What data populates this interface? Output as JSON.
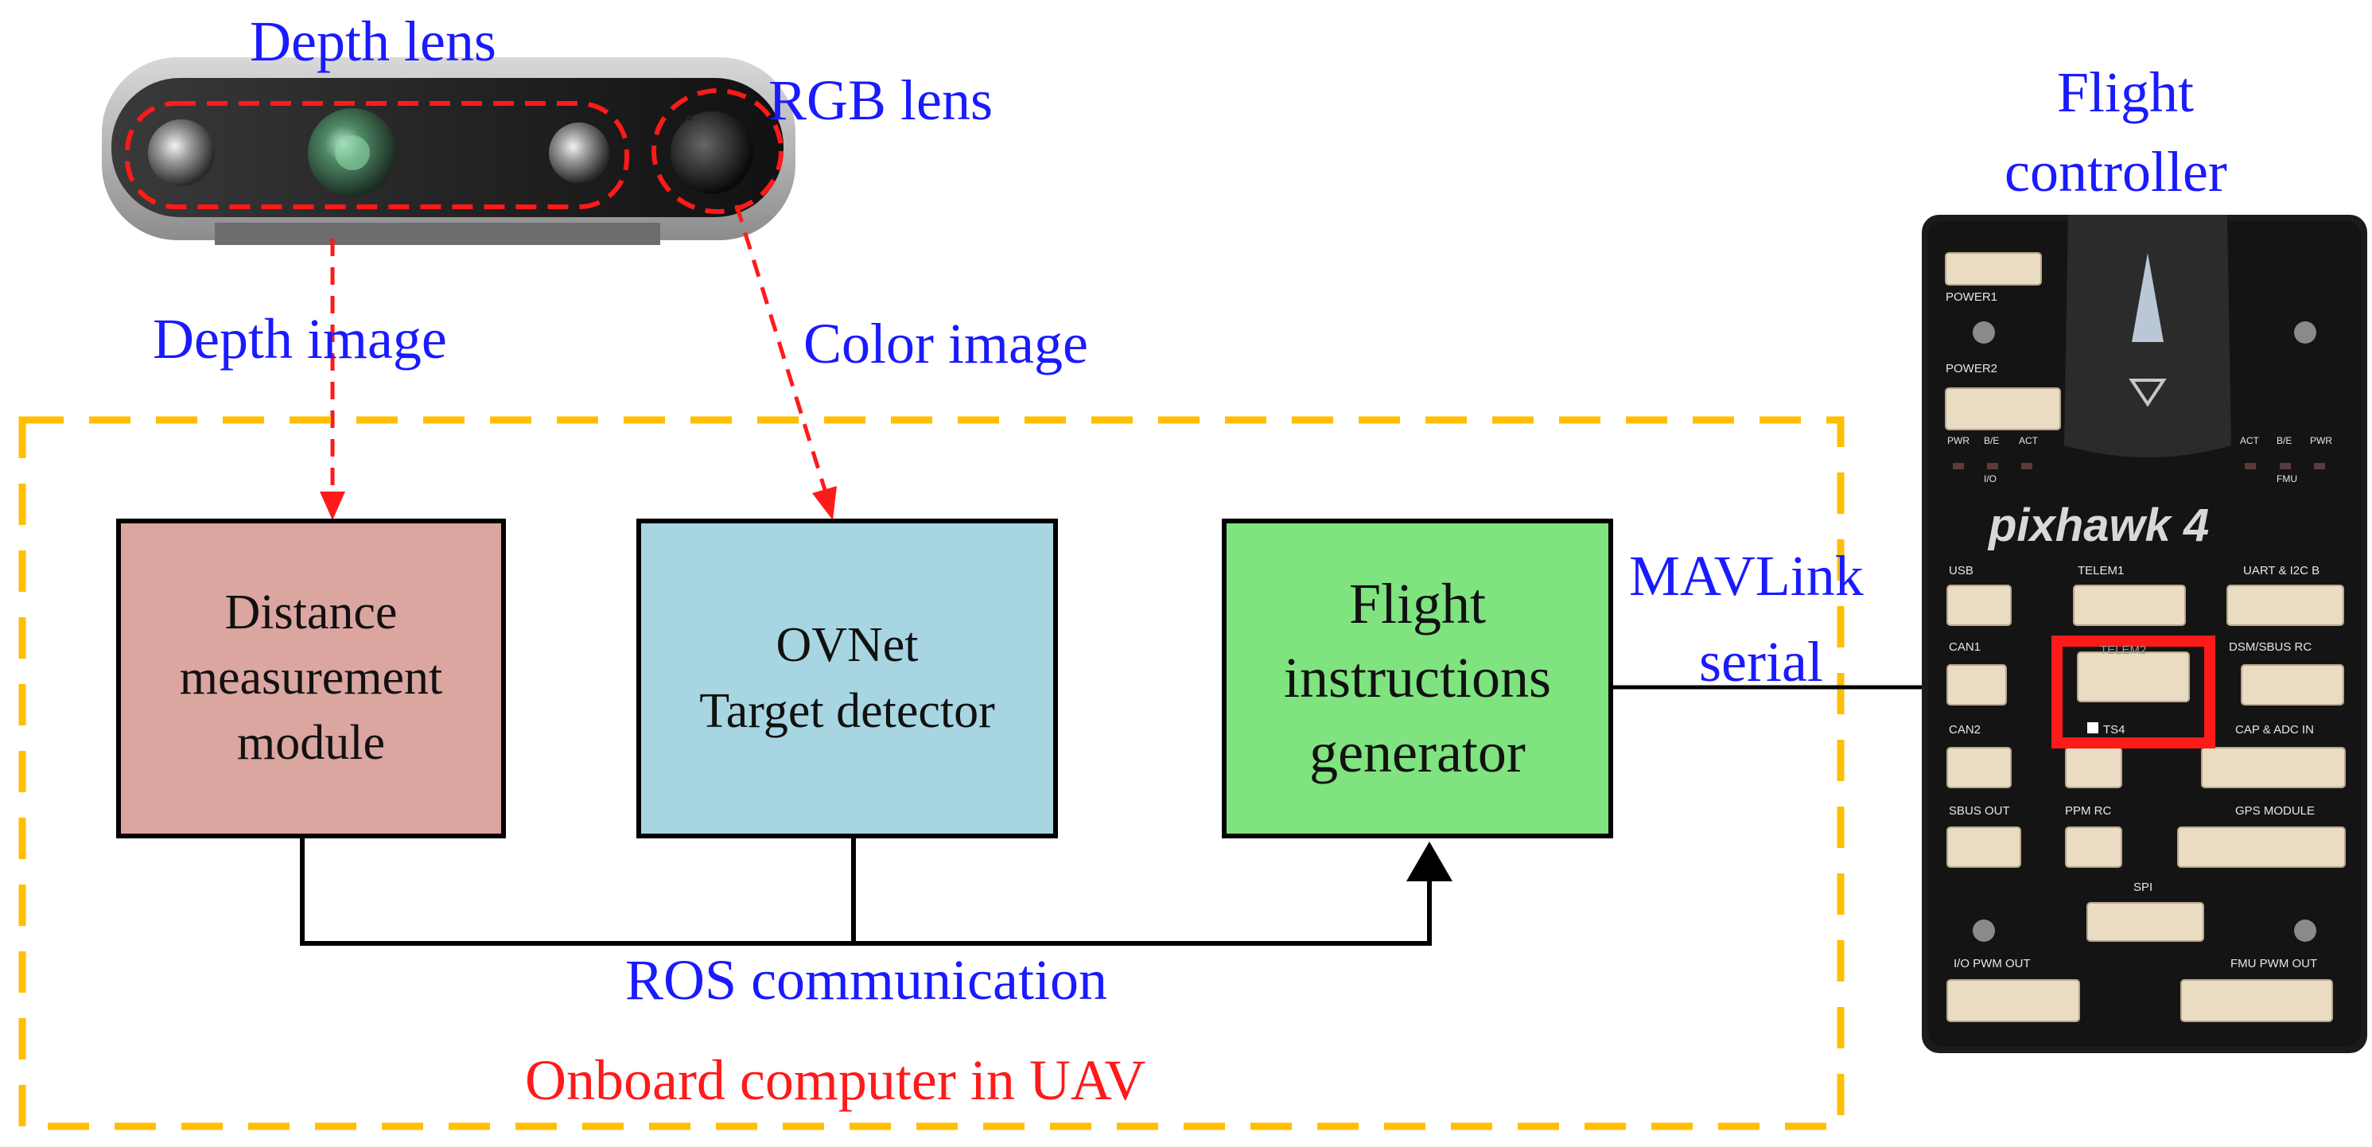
{
  "camera": {
    "depth_lens_label": "Depth lens",
    "rgb_lens_label": "RGB lens"
  },
  "flow_labels": {
    "depth_image": "Depth image",
    "color_image": "Color image",
    "ros_communication": "ROS communication",
    "mavlink_line1": "MAVLink",
    "mavlink_line2": "serial"
  },
  "onboard": {
    "label": "Onboard computer in UAV",
    "box_color": "#ffbf00"
  },
  "modules": {
    "distance": {
      "line1": "Distance",
      "line2": "measurement",
      "line3": "module",
      "fill": "#dba5a0"
    },
    "detector": {
      "line1": "OVNet",
      "line2": "Target detector",
      "fill": "#a7d6e2"
    },
    "generator": {
      "line1": "Flight",
      "line2": "instructions",
      "line3": "generator",
      "fill": "#7fe37f"
    }
  },
  "flight_controller": {
    "title_line1": "Flight",
    "title_line2": "controller",
    "brand": "pixhawk 4",
    "ports": {
      "power1": "POWER1",
      "power2": "POWER2",
      "pwr": "PWR",
      "be": "B/E",
      "act": "ACT",
      "io": "I/O",
      "act2": "ACT",
      "be2": "B/E",
      "pwr2": "PWR",
      "fmu": "FMU",
      "usb": "USB",
      "telem1": "TELEM1",
      "uart": "UART & I2C B",
      "can1": "CAN1",
      "telem2": "TELEM2",
      "dsm": "DSM/SBUS RC",
      "can2": "CAN2",
      "gps_short": "TS4",
      "cap": "CAP & ADC IN",
      "sbus_out": "SBUS OUT",
      "ppm": "PPM RC",
      "gps_module": "GPS MODULE",
      "spi": "SPI",
      "io_pwm": "I/O PWM OUT",
      "fmu_pwm": "FMU PWM OUT"
    }
  },
  "colors": {
    "label_blue": "#1a1aff",
    "highlight_red": "#ff1a1a",
    "arrow_black": "#000000"
  }
}
